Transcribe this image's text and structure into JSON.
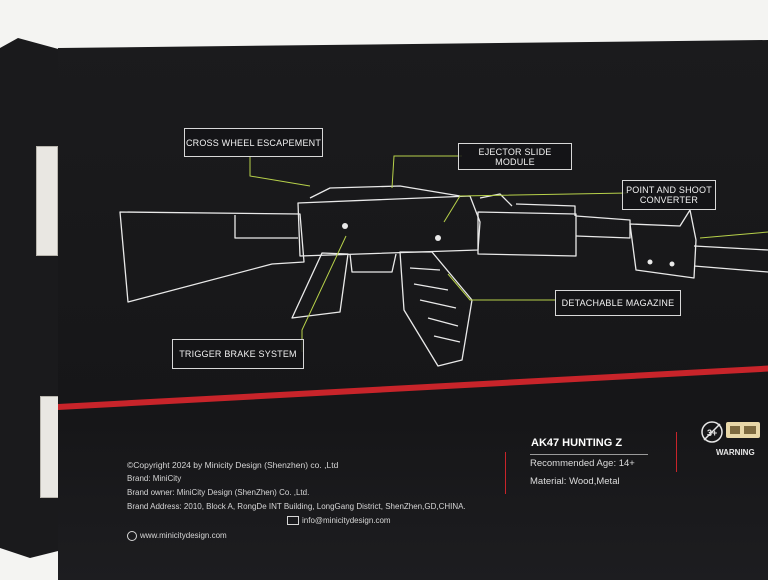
{
  "diagram": {
    "callouts": {
      "cross_wheel": "CROSS WHEEL ESCAPEMENT",
      "ejector": "EJECTOR SLIDE MODULE",
      "point_shoot_1": "POINT AND SHOOT",
      "point_shoot_2": "CONVERTER",
      "magazine": "DETACHABLE MAGAZINE",
      "trigger": "TRIGGER BRAKE SYSTEM"
    }
  },
  "product": {
    "name": "AK47 HUNTING Z",
    "age": "Recommended Age: 14+",
    "material": "Material: Wood,Metal"
  },
  "footer": {
    "copyright": "©Copyright 2024 by Minicity Design (Shenzhen) co. ,Ltd",
    "brand": "Brand: MiniCity",
    "owner": "Brand owner: MiniCity Design (ShenZhen) Co. ,Ltd.",
    "address": "Brand Address: 2010, Block A, RongDe INT Building, LongGang District,  ShenZhen,GD,CHINA.",
    "email": "info@minicitydesign.com",
    "website": "www.minicitydesign.com"
  },
  "warning_label": "WARNING",
  "colors": {
    "box": "#161618",
    "accent_red": "#c8242a",
    "callout_line": "#b7d14a"
  }
}
